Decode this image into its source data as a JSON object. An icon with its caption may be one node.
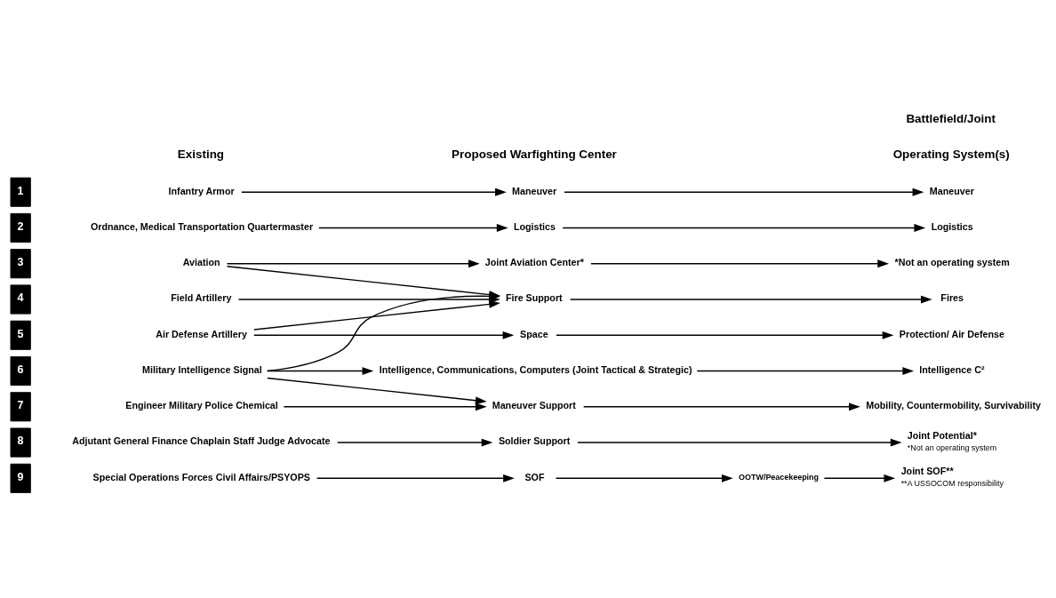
{
  "diagram": {
    "nodes": [
      {
        "text": [
          "1"
        ]
      },
      {
        "text": [
          "Infantry Armor"
        ]
      },
      {
        "text": [
          "Maneuver"
        ]
      },
      {
        "text": [
          "Maneuver"
        ]
      },
      {
        "text": [
          "2"
        ]
      },
      {
        "text": [
          "Ordnance, Medical Transportation Quartermaster"
        ]
      },
      {
        "text": [
          "Logistics"
        ]
      },
      {
        "text": [
          "Logistics"
        ]
      },
      {
        "text": [
          "3"
        ]
      },
      {
        "text": [
          "Aviation"
        ]
      },
      {
        "text": [
          "Joint Aviation Center*"
        ]
      },
      {
        "text": [
          "*Not an operating system"
        ]
      },
      {
        "text": [
          "4"
        ]
      },
      {
        "text": [
          "Field Artillery"
        ]
      },
      {
        "text": [
          "Fire Support"
        ]
      },
      {
        "text": [
          "Fires"
        ]
      },
      {
        "text": [
          "5"
        ]
      },
      {
        "text": [
          "Air Defense Artillery"
        ]
      },
      {
        "text": [
          "Space"
        ]
      },
      {
        "text": [
          "Protection/ Air Defense"
        ]
      },
      {
        "text": [
          "6"
        ]
      },
      {
        "text": [
          "Military Intelligence Signal"
        ]
      },
      {
        "text": [
          "Intelligence, Communications, Computers (Joint Tactical & Strategic)"
        ]
      },
      {
        "text": [
          "Intelligence C²"
        ]
      },
      {
        "text": [
          "7"
        ]
      },
      {
        "text": [
          "Engineer Military Police Chemical"
        ]
      },
      {
        "text": [
          "Maneuver Support"
        ]
      },
      {
        "text": [
          "Mobility, Countermobility, Survivability"
        ]
      },
      {
        "text": [
          "8"
        ]
      },
      {
        "text": [
          "Adjutant General Finance Chaplain Staff Judge Advocate"
        ]
      },
      {
        "text": [
          "Soldier Support"
        ]
      },
      {
        "text": [
          "Joint Potential*"
        ],
        "beside": [
          "*Not an operating system"
        ]
      },
      {
        "text": [
          "9"
        ]
      },
      {
        "text": [
          "Special Operations Forces Civil Affairs/PSYOPS"
        ]
      },
      {
        "text": [
          "SOF"
        ]
      },
      {
        "text": [
          "OOTW/Peacekeeping"
        ]
      },
      {
        "text": [
          "Joint SOF**"
        ],
        "beside": [
          "**A USSOCOM responsibility"
        ]
      }
    ],
    "edges": [
      {
        "from": 1,
        "to": 2,
        "arrow": "to"
      },
      {
        "from": 2,
        "to": 3,
        "arrow": "to"
      },
      {
        "from": 5,
        "to": 6,
        "arrow": "to"
      },
      {
        "from": 6,
        "to": 7,
        "arrow": "to"
      },
      {
        "from": 9,
        "to": 10,
        "arrow": "to"
      },
      {
        "from": 9,
        "to": 14,
        "arrow": "to"
      },
      {
        "from": 10,
        "to": 11,
        "arrow": "to"
      },
      {
        "from": 13,
        "to": 14,
        "arrow": "to"
      },
      {
        "from": 14,
        "to": 15,
        "arrow": "to"
      },
      {
        "from": 17,
        "to": 18,
        "arrow": "to"
      },
      {
        "from": 17,
        "to": 14,
        "arrow": "to"
      },
      {
        "from": 18,
        "to": 19,
        "arrow": "to"
      },
      {
        "from": 21,
        "to": 22,
        "arrow": "to"
      },
      {
        "from": 21,
        "to": 14,
        "arrow": "to"
      },
      {
        "from": 21,
        "to": 26,
        "arrow": "to"
      },
      {
        "from": 22,
        "to": 23,
        "arrow": "to"
      },
      {
        "from": 25,
        "to": 26,
        "arrow": "to"
      },
      {
        "from": 26,
        "to": 27,
        "arrow": "to"
      },
      {
        "from": 29,
        "to": 30,
        "arrow": "to"
      },
      {
        "from": 30,
        "to": 31,
        "arrow": "to"
      },
      {
        "from": 33,
        "to": 34,
        "arrow": "to"
      },
      {
        "from": 34,
        "to": 35,
        "arrow": "to"
      },
      {
        "from": 35,
        "to": 36,
        "arrow": "to"
      }
    ],
    "labels": [
      "Existing",
      "Proposed Warfighting Center",
      "Battlefield/Joint",
      "Operating System(s)"
    ]
  }
}
